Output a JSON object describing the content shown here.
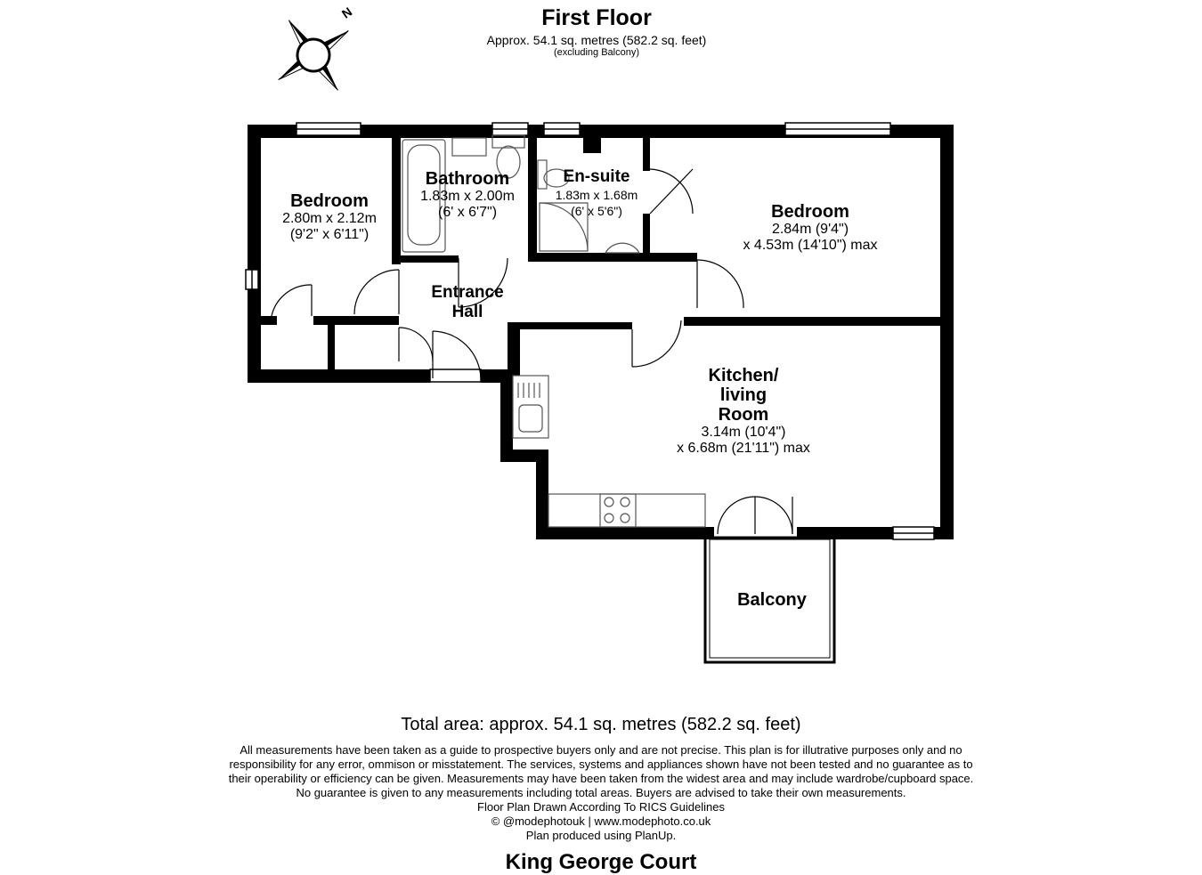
{
  "header": {
    "title": "First Floor",
    "area": "Approx. 54.1 sq. metres (582.2 sq. feet)",
    "note": "(excluding Balcony)"
  },
  "compass": {
    "label": "N",
    "icon": "compass-rose-icon"
  },
  "rooms": {
    "bedroom_left": {
      "name": "Bedroom",
      "dim1": "2.80m x 2.12m",
      "dim2": "(9'2\" x 6'11\")"
    },
    "bathroom": {
      "name": "Bathroom",
      "dim1": "1.83m x 2.00m",
      "dim2": "(6' x 6'7\")"
    },
    "ensuite": {
      "name": "En-suite",
      "dim1": "1.83m x 1.68m",
      "dim2": "(6' x 5'6\")"
    },
    "bedroom_right": {
      "name": "Bedroom",
      "dim1": "2.84m (9'4\")",
      "dim2": "x 4.53m (14'10\") max"
    },
    "entrance_hall": {
      "line1": "Entrance",
      "line2": "Hall"
    },
    "kitchen": {
      "line1": "Kitchen/",
      "line2": "living",
      "line3": "Room",
      "dim1": "3.14m (10'4\")",
      "dim2": "x 6.68m (21'11\") max"
    },
    "balcony": {
      "name": "Balcony"
    }
  },
  "footer": {
    "total_area": "Total area: approx. 54.1 sq. metres (582.2 sq. feet)",
    "disclaimer": [
      "All measurements have been taken as a guide to prospective buyers only and are not precise. This plan is for illutrative purposes only and no",
      "responsibility for any error, ommison or misstatement. The services, systems and appliances shown have not been tested and no guarantee as to",
      "their operability or efficiency can be given. Measurements may have been taken from the widest area and may include wardrobe/cupboard space.",
      "No guarantee is given to any measurements including total areas. Buyers are advised to take their own measurements.",
      "Floor Plan Drawn According To RICS Guidelines",
      "© @modephotouk | www.modephoto.co.uk",
      "Plan produced using PlanUp."
    ],
    "property_name": "King George Court"
  },
  "colors": {
    "wall": "#000000",
    "background": "#ffffff",
    "fixture_line": "#555555"
  }
}
